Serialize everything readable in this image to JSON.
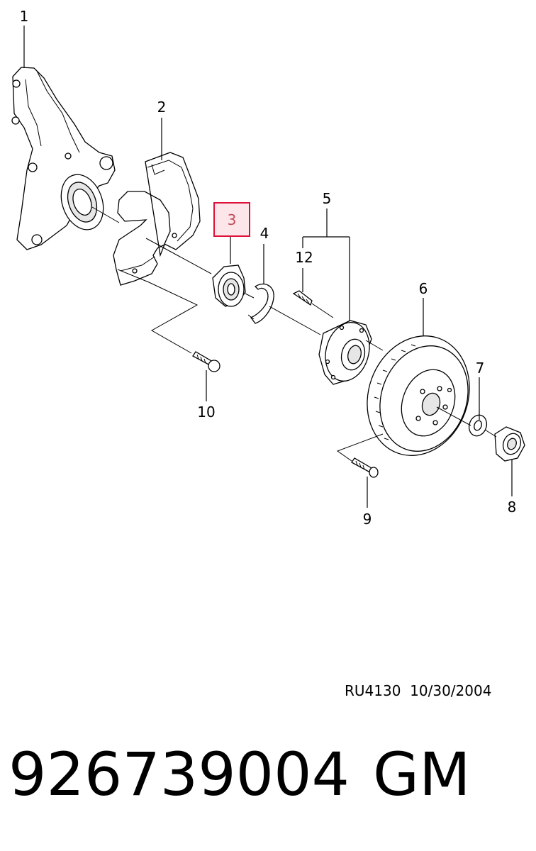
{
  "callouts": [
    "1",
    "2",
    "3",
    "4",
    "5",
    "12",
    "6",
    "7",
    "8",
    "9",
    "10"
  ],
  "highlight_color": "#e0103a",
  "highlighted_callout": "3",
  "reference_code": "RU4130",
  "reference_date": "10/30/2004",
  "part_number": "926739004",
  "brand": "GM"
}
